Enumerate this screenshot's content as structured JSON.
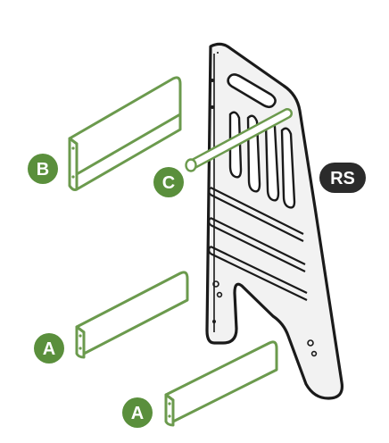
{
  "diagram": {
    "colors": {
      "part_stroke": "#6b9a4d",
      "badge_green": "#5a8f3c",
      "badge_dark": "#2b2b2b",
      "panel_fill": "#f2f2f2",
      "panel_stroke": "#1a1a1a",
      "badge_text": "#ffffff"
    },
    "side_panel": {
      "label": "RS"
    },
    "parts": [
      {
        "id": "b-board",
        "label": "B"
      },
      {
        "id": "c-dowel",
        "label": "C"
      },
      {
        "id": "a-board-upper",
        "label": "A"
      },
      {
        "id": "a-board-lower",
        "label": "A"
      }
    ]
  }
}
